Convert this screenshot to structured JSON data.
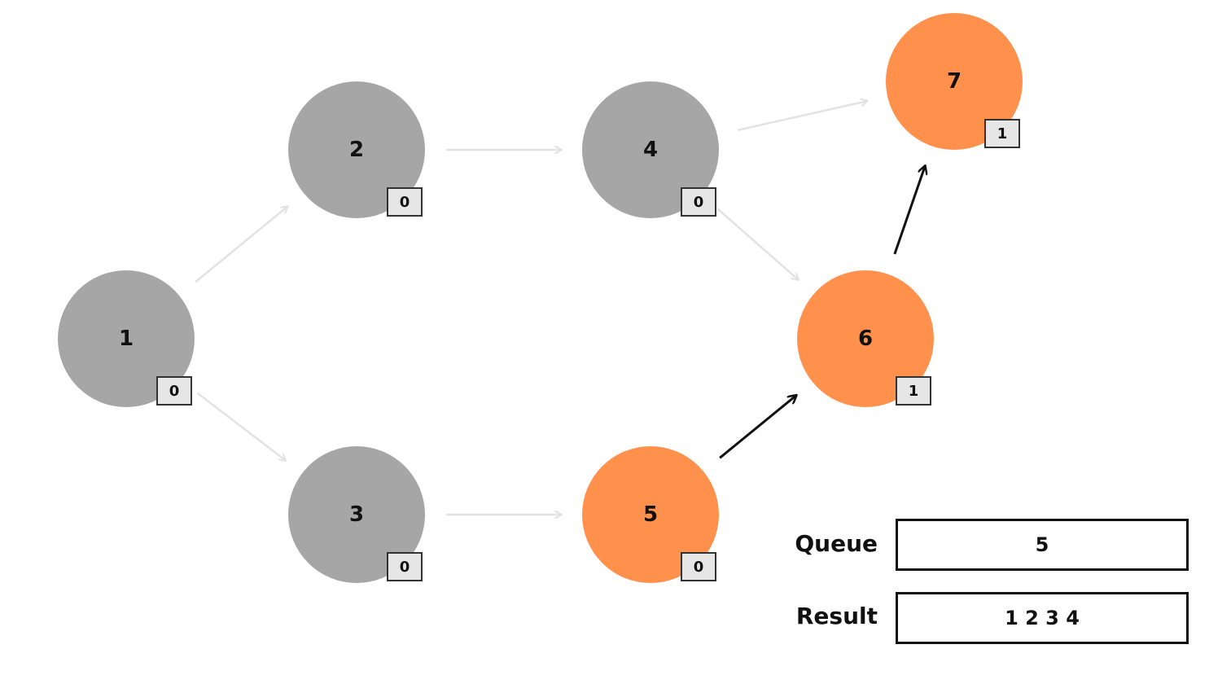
{
  "colors": {
    "visited": "#a6a6a6",
    "active": "#ff914d",
    "edge_inactive": "#e3e3e3",
    "edge_active": "#111111"
  },
  "nodes": [
    {
      "id": "1",
      "label": "1",
      "degree": "0",
      "state": "visited"
    },
    {
      "id": "2",
      "label": "2",
      "degree": "0",
      "state": "visited"
    },
    {
      "id": "3",
      "label": "3",
      "degree": "0",
      "state": "visited"
    },
    {
      "id": "4",
      "label": "4",
      "degree": "0",
      "state": "visited"
    },
    {
      "id": "5",
      "label": "5",
      "degree": "0",
      "state": "active"
    },
    {
      "id": "6",
      "label": "6",
      "degree": "1",
      "state": "active"
    },
    {
      "id": "7",
      "label": "7",
      "degree": "1",
      "state": "active"
    }
  ],
  "edges": [
    {
      "from": "1",
      "to": "2",
      "state": "inactive"
    },
    {
      "from": "1",
      "to": "3",
      "state": "inactive"
    },
    {
      "from": "2",
      "to": "4",
      "state": "inactive"
    },
    {
      "from": "3",
      "to": "5",
      "state": "inactive"
    },
    {
      "from": "4",
      "to": "7",
      "state": "inactive"
    },
    {
      "from": "4",
      "to": "6",
      "state": "inactive"
    },
    {
      "from": "5",
      "to": "6",
      "state": "active"
    },
    {
      "from": "6",
      "to": "7",
      "state": "active"
    }
  ],
  "queue": {
    "label": "Queue",
    "value": "5"
  },
  "result": {
    "label": "Result",
    "value": "1 2 3 4"
  }
}
